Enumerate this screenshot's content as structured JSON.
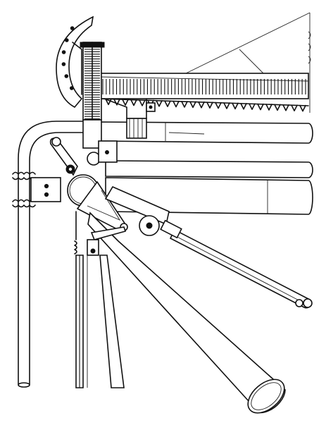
{
  "figure": {
    "caption": "",
    "colors": {
      "line": "#111111",
      "background": "#ffffff"
    },
    "counts": {
      "rack_teeth": 24,
      "vertical_rack_teeth": 30,
      "arc_holes": 6
    }
  }
}
